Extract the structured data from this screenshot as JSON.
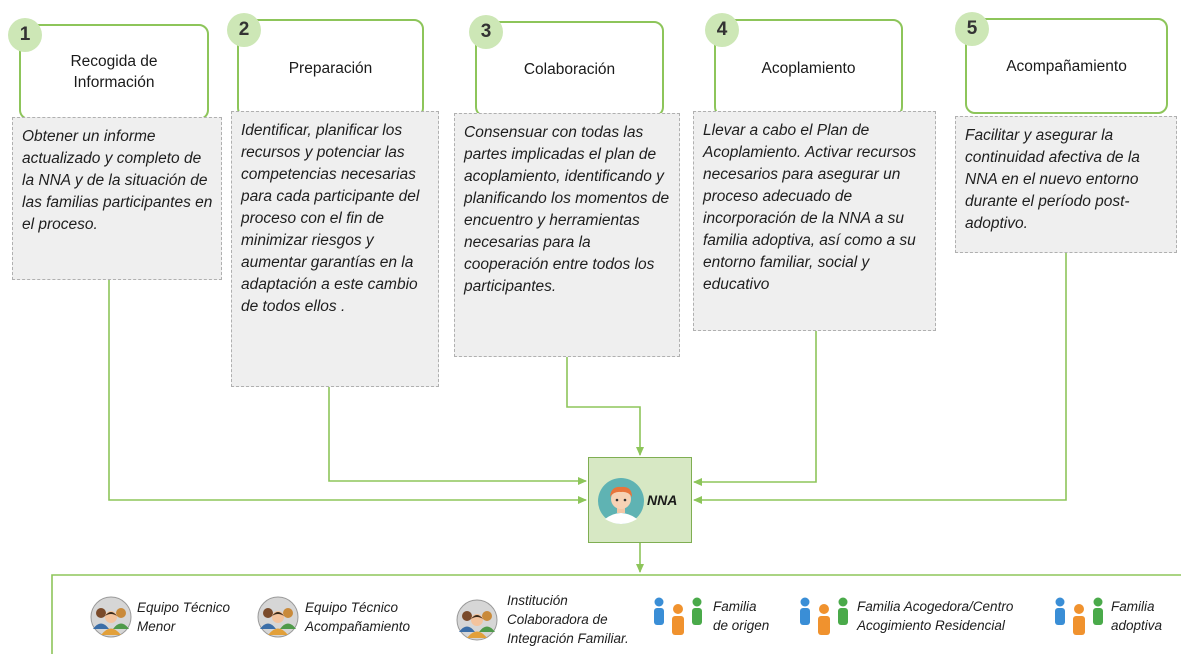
{
  "steps": [
    {
      "number": "1",
      "title": "Recogida de\nInformación",
      "description": "Obtener un informe actualizado y completo de la NNA y de la situación de las familias participantes en el proceso."
    },
    {
      "number": "2",
      "title": "Preparación",
      "description": "Identificar,  planificar los recursos y potenciar las competencias necesarias para cada participante del proceso con el fin de minimizar riesgos y aumentar garantías en la adaptación a este cambio de todos ellos ."
    },
    {
      "number": "3",
      "title": "Colaboración",
      "description": "Consensuar con todas las partes implicadas el plan de acoplamiento, identificando y planificando los momentos de encuentro y herramientas necesarias para la cooperación entre todos los participantes."
    },
    {
      "number": "4",
      "title": "Acoplamiento",
      "description": "Llevar a cabo el Plan de Acoplamiento. Activar recursos necesarios para asegurar un proceso adecuado de incorporación de la NNA a su familia adoptiva, así como a su entorno familiar, social y educativo"
    },
    {
      "number": "5",
      "title": "Acompañamiento",
      "description": "Facilitar y asegurar la continuidad afectiva de la NNA en el nuevo entorno durante el período post-adoptivo."
    }
  ],
  "center": {
    "label": "NNA",
    "icon": "child-avatar-icon"
  },
  "legend": [
    {
      "label": "Equipo Técnico\nMenor",
      "icon": "team-group-icon"
    },
    {
      "label": "Equipo Técnico\nAcompañamiento",
      "icon": "team-group-icon"
    },
    {
      "label": "Institución\nColaboradora de\nIntegración Familiar.",
      "icon": "team-group-icon"
    },
    {
      "label": "Familia\nde origen",
      "icon": "family-icon"
    },
    {
      "label": "Familia Acogedora/Centro\nAcogimiento Residencial",
      "icon": "family-icon"
    },
    {
      "label": "Familia\nadoptiva",
      "icon": "family-icon"
    }
  ],
  "colors": {
    "accent_green": "#8dc55a",
    "number_badge": "#cde7b6",
    "connector": "#8dc55a",
    "description_bg": "#efefef"
  }
}
